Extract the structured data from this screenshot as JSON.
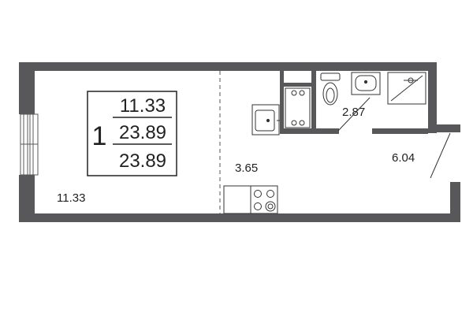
{
  "apartment": {
    "rooms": "1",
    "living_area": "11.33",
    "total_area": "23.89",
    "total_area_with_balcony": "23.89"
  },
  "areas": {
    "living_room": "11.33",
    "kitchen": "3.65",
    "bathroom": "2.87",
    "hallway": "6.04"
  },
  "colors": {
    "wall": "#58585a",
    "line": "#333333",
    "fixture_fill": "#ffffff"
  }
}
